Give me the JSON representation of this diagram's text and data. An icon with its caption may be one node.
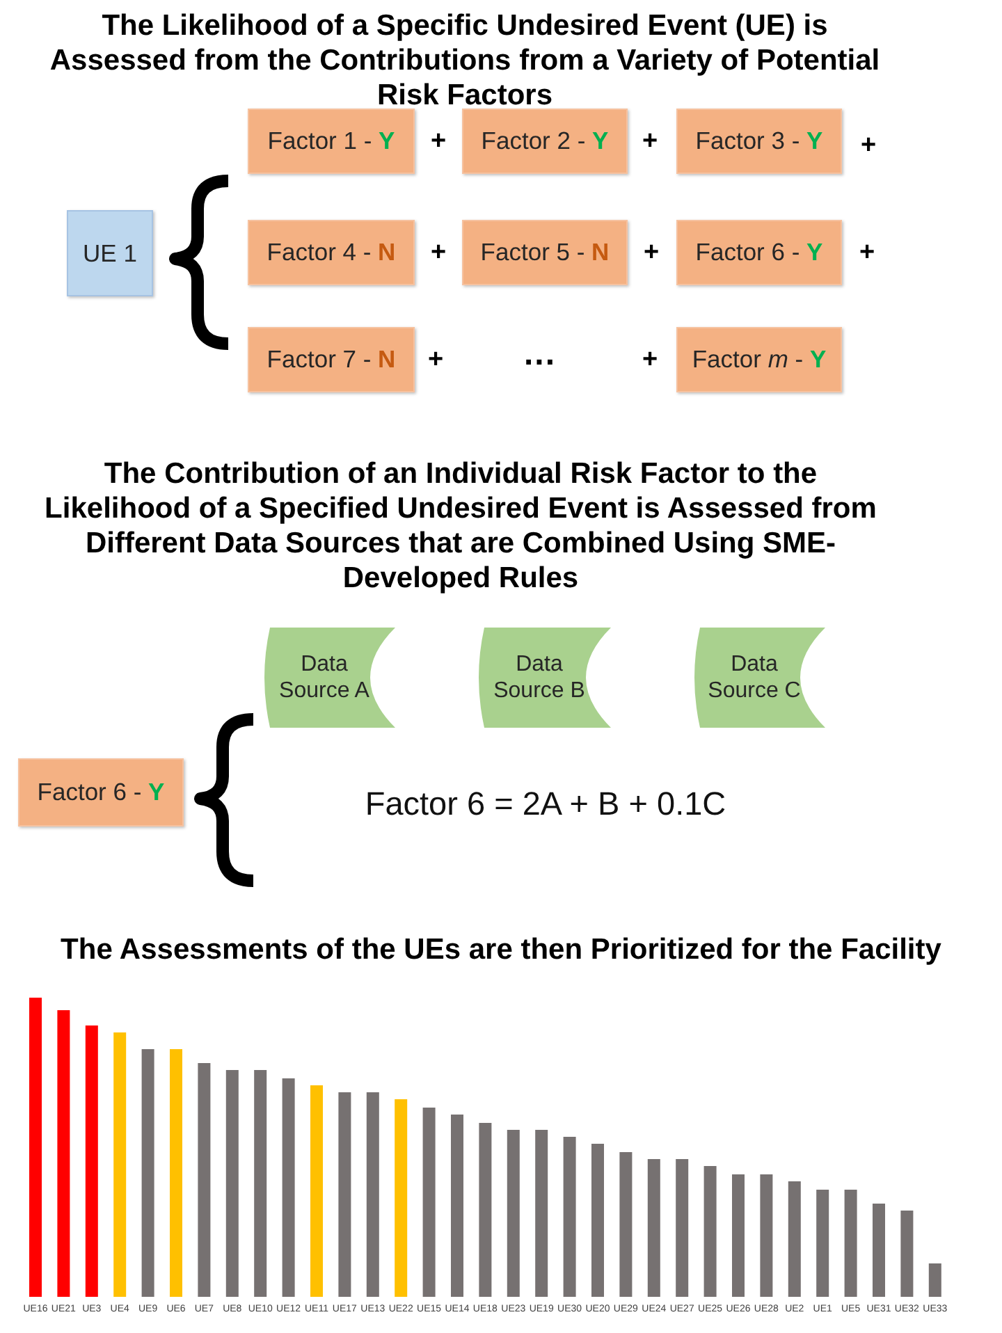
{
  "diagram": {
    "title": "The Likelihood of a Specific Undesired Event (UE) is Assessed from the Contributions from a Variety of Potential Risk Factors",
    "nodes": [
      {
        "text": [
          "UE 1"
        ]
      },
      {
        "text": [
          "Factor 1 - **Y**"
        ]
      },
      {
        "text": [
          "Factor 2 - **Y**"
        ]
      },
      {
        "text": [
          "Factor 3 - **Y**"
        ]
      },
      {
        "text": [
          "Factor 4 - **N**"
        ]
      },
      {
        "text": [
          "Factor 5 - **N**"
        ]
      },
      {
        "text": [
          "Factor 6 - **Y**"
        ]
      },
      {
        "text": [
          "Factor 7 - **N**"
        ]
      },
      {
        "text": [
          "Factor *m* - **Y**"
        ]
      },
      {
        "text": [
          "Data Source A"
        ]
      },
      {
        "text": [
          "Data Source B"
        ]
      },
      {
        "text": [
          "Data Source C"
        ]
      },
      {
        "text": [
          "Factor 6 - **Y**"
        ]
      }
    ],
    "labels": [
      "+",
      "+",
      "+",
      "+",
      "+",
      "+",
      "+",
      "...",
      "+",
      "The Contribution of an Individual Risk Factor to the Likelihood of a Specified Undesired Event is Assessed from Different Data Sources that are Combined Using SME-Developed Rules",
      "Factor 6 = 2A + B + 0.1C",
      "The Assessments of the UEs are then Prioritized for the Facility",
      "UE16",
      "UE21",
      "UE3",
      "UE4",
      "UE9",
      "UE6",
      "UE7",
      "UE8",
      "UE10",
      "UE12",
      "UE11",
      "UE17",
      "UE13",
      "UE22",
      "UE15",
      "UE14",
      "UE18",
      "UE23",
      "UE19",
      "UE30",
      "UE20",
      "UE29",
      "UE24",
      "UE27",
      "UE25",
      "UE26",
      "UE28",
      "UE2",
      "UE1",
      "UE5",
      "UE31",
      "UE32",
      "UE33"
    ]
  }
}
